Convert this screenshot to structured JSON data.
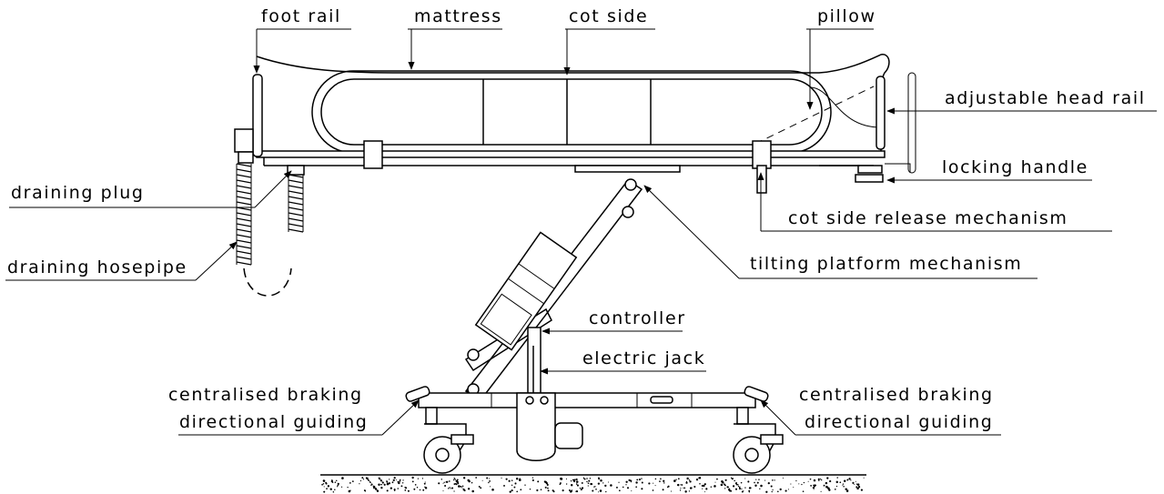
{
  "labels": {
    "foot_rail": "foot rail",
    "mattress": "mattress",
    "cot_side": "cot side",
    "pillow": "pillow",
    "adjustable_head_rail": "adjustable head rail",
    "locking_handle": "locking handle",
    "draining_plug": "draining plug",
    "cot_side_release_mechanism": "cot side release mechanism",
    "draining_hosepipe": "draining hosepipe",
    "tilting_platform_mechanism": "tilting platform mechanism",
    "controller": "controller",
    "electric_jack": "electric jack",
    "centralised_braking_left": "centralised braking",
    "directional_guiding_left": "directional guiding",
    "centralised_braking_right": "centralised braking",
    "directional_guiding_right": "directional guiding"
  }
}
